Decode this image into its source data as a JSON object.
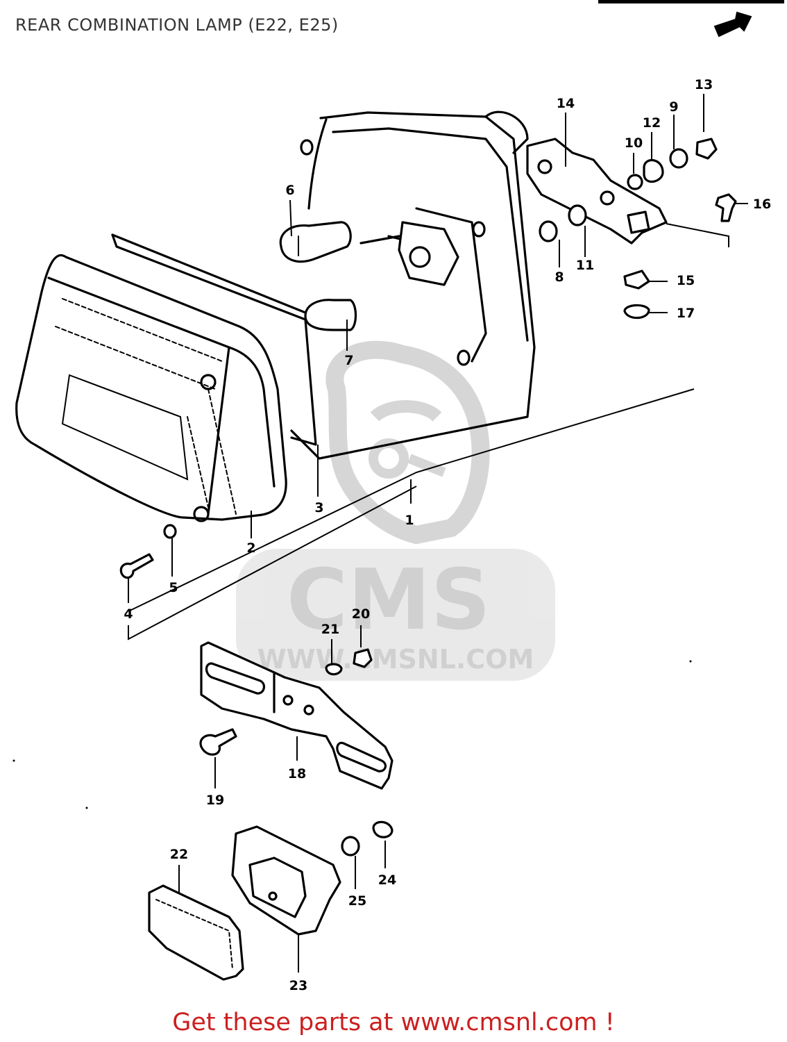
{
  "title": "REAR COMBINATION LAMP (E22, E25)",
  "footer": {
    "text": "Get these parts at www.cmsnl.com !",
    "color": "#cc1f1f"
  },
  "watermark": {
    "brand": "CMS",
    "url": "WWW.CMSNL.COM",
    "color": "#c8c8c8"
  },
  "callouts": [
    {
      "id": "1",
      "label": "1"
    },
    {
      "id": "2",
      "label": "2"
    },
    {
      "id": "3",
      "label": "3"
    },
    {
      "id": "4",
      "label": "4"
    },
    {
      "id": "5",
      "label": "5"
    },
    {
      "id": "6",
      "label": "6"
    },
    {
      "id": "7",
      "label": "7"
    },
    {
      "id": "8",
      "label": "8"
    },
    {
      "id": "9",
      "label": "9"
    },
    {
      "id": "10",
      "label": "10"
    },
    {
      "id": "11",
      "label": "11"
    },
    {
      "id": "12",
      "label": "12"
    },
    {
      "id": "13",
      "label": "13"
    },
    {
      "id": "14",
      "label": "14"
    },
    {
      "id": "15",
      "label": "15"
    },
    {
      "id": "16",
      "label": "16"
    },
    {
      "id": "17",
      "label": "17"
    },
    {
      "id": "18",
      "label": "18"
    },
    {
      "id": "19",
      "label": "19"
    },
    {
      "id": "20",
      "label": "20"
    },
    {
      "id": "21",
      "label": "21"
    },
    {
      "id": "22",
      "label": "22"
    },
    {
      "id": "23",
      "label": "23"
    },
    {
      "id": "24",
      "label": "24"
    },
    {
      "id": "25",
      "label": "25"
    }
  ]
}
